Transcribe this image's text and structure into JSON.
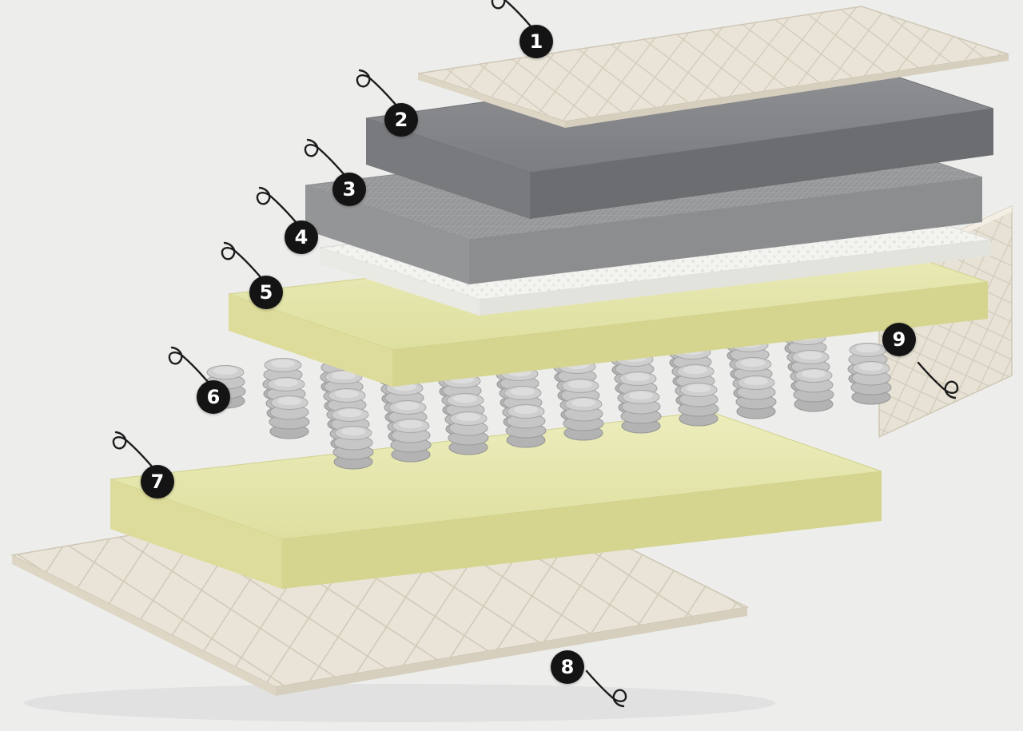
{
  "diagram": {
    "kind": "exploded-layer-diagram",
    "subject": "mattress-construction-layers",
    "background_color": "#edeeec",
    "badge": {
      "fill": "#141414",
      "text_color": "#ffffff"
    },
    "layers": [
      {
        "number": "1",
        "name": "quilted-top-cover",
        "color": "#e9e4d7"
      },
      {
        "number": "2",
        "name": "dark-gray-foam-layer",
        "color": "#85868a"
      },
      {
        "number": "3",
        "name": "gray-fabric-comfort-layer",
        "color": "#9b9c9e"
      },
      {
        "number": "4",
        "name": "white-textured-comfort-layer",
        "color": "#f3f3f0"
      },
      {
        "number": "5",
        "name": "yellow-foam-layer",
        "color": "#e6e6b0"
      },
      {
        "number": "6",
        "name": "pocket-spring-unit",
        "color": "#c2c2c2"
      },
      {
        "number": "7",
        "name": "yellow-base-foam-layer",
        "color": "#e6e6b0"
      },
      {
        "number": "8",
        "name": "quilted-bottom-cover",
        "color": "#e9e4d7"
      },
      {
        "number": "9",
        "name": "quilted-side-panel",
        "color": "#e7e2d6"
      }
    ]
  }
}
